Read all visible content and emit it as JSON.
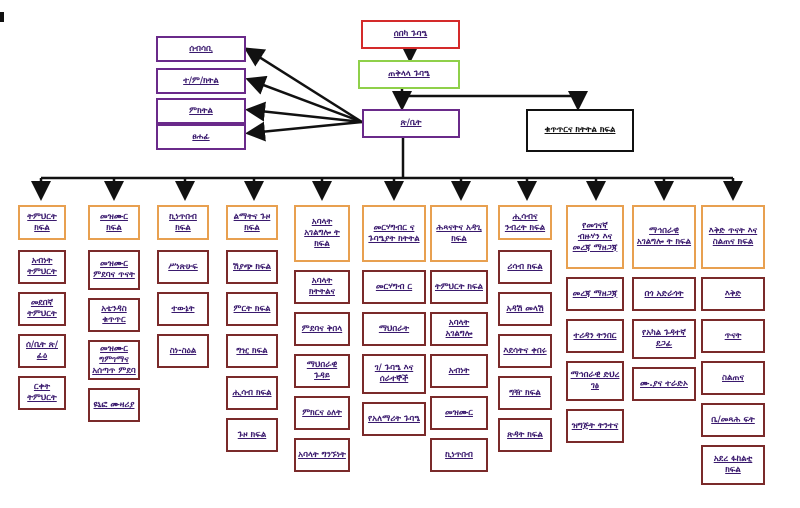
{
  "nodes": {
    "top1": "ሰበካ ጉባዔ",
    "top2": "ጠቅላላ ጉባዔ",
    "center": "ጽ/ቤት",
    "right": "ቁጥጥርና ክትትል ክፍል",
    "left": [
      "ሰብሳቢ",
      "ተ/ም/ክትል",
      "ምክትል",
      "ፀሐፊ"
    ]
  },
  "departments": [
    {
      "head": "ትምህርት ክፍል",
      "items": [
        "አብነት ትምህርት",
        "መደበኛ ትምህርት",
        "ሰ/ቤት ጽ/ፊዕ",
        "ርቀት ትምህርት"
      ]
    },
    {
      "head": "መዝሙር ክፍል",
      "items": [
        "መዝሙር ምደባና ጥናት",
        "አቴንዳስ ቁጥጥር",
        "መዝሙር ግምገማና አሰጣጥ ምደባ",
        "ዩኒፎ ሙዛሪያ"
      ]
    },
    {
      "head": "ኪነጥበብ ክፍል",
      "items": [
        "ሥነጽሁፍ",
        "ተውኔት",
        "ስነ-ስዕል"
      ]
    },
    {
      "head": "ልማትና ጉዞ ክፍል",
      "items": [
        "ሽያጭ ክፍል",
        "ምርት ክፍል",
        "ግዢ ክፍል",
        "ሒሳብ ክፍል",
        "ጉዞ ክፍል"
      ]
    },
    {
      "head": "አባላት አገልግሎ ት ክፍል",
      "items": [
        "አባላት ክትትልና",
        "ምደባና ቅበላ",
        "ማህበራዊ ጉዳይ",
        "ምክርና ዕለት",
        "አባላት ግንኙነት"
      ]
    },
    {
      "head": "መርሃግብር ና ጉባዔያት ክትትል",
      "items": [
        "መርሃግብ ር",
        "ማህበራት",
        "ገ/ ጉባዔ እና ሰራተኞች",
        "የአለማሪት ጉባዔ"
      ]
    },
    {
      "head": "ሕጻናትና አዳጊ ክፍል",
      "items": [
        "ትምህርት ክፍል",
        "አባላት አገልግሎ",
        "አብነት",
        "መዝሙር",
        "ኪነጥበብ"
      ]
    },
    {
      "head": "ሒሳብና ንብረት ክፍል",
      "items": [
        "ሪሳብ ክፍል",
        "አዳሽ መላሽ",
        "እደሳትና ቀበሩ",
        "ግዥ ክፍል",
        "ጽዳት ክፍል"
      ]
    },
    {
      "head": "የመገናኛ ብዙሃን እና መረጃ ማዘጋጃ",
      "items": [
        "መረጃ ማዘጋጃ",
        "ተሪዳን ትንበር",
        "ማኅበራዊ ድህረ ገፅ",
        "ዝግጅት ትንተና"
      ]
    },
    {
      "head": "ማኅበራዊ አገልግሎ ት ክፍል",
      "items": [
        "በጎ አድራጎት",
        "የአካል ጉዳተኛ ደጋፊ",
        "ሙ.ያና ተራድኦ"
      ]
    },
    {
      "head": "እቅድ ጥናት እና ስልጠና ክፍል",
      "items": [
        "እቅድ",
        "ጥናት",
        "ስልጠና",
        "ቤ/መጻሕ ፍት",
        "አደረ ፋከልቲ ክፍል"
      ]
    }
  ]
}
